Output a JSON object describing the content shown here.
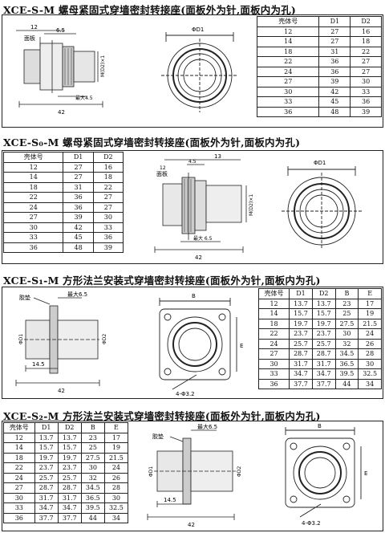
{
  "sections": [
    {
      "title": "XCE-S-M  螺母紧固式穿墙密封转接座(面板外为针,面板内为孔)",
      "headers": [
        "壳体号",
        "D1",
        "D2"
      ],
      "rows": [
        [
          "12",
          "27",
          "16"
        ],
        [
          "14",
          "27",
          "18"
        ],
        [
          "18",
          "31",
          "22"
        ],
        [
          "22",
          "36",
          "27"
        ],
        [
          "24",
          "36",
          "27"
        ],
        [
          "27",
          "39",
          "30"
        ],
        [
          "30",
          "42",
          "33"
        ],
        [
          "33",
          "45",
          "36"
        ],
        [
          "36",
          "48",
          "39"
        ]
      ],
      "labels": {
        "dim_top_a": "12",
        "dim_top_b": "6.5",
        "panel": "面板",
        "d2n1": "M(D2)×1",
        "max": "最大4.5",
        "len": "42",
        "phi": "ΦD1"
      }
    },
    {
      "title": "XCE-S₀-M  螺母紧固式穿墙密封转接座(面板外为针,面板内为孔)",
      "headers": [
        "壳体号",
        "D1",
        "D2"
      ],
      "rows": [
        [
          "12",
          "27",
          "16"
        ],
        [
          "14",
          "27",
          "18"
        ],
        [
          "18",
          "31",
          "22"
        ],
        [
          "22",
          "36",
          "27"
        ],
        [
          "24",
          "36",
          "27"
        ],
        [
          "27",
          "39",
          "30"
        ],
        [
          "30",
          "42",
          "33"
        ],
        [
          "33",
          "45",
          "36"
        ],
        [
          "36",
          "48",
          "39"
        ]
      ],
      "labels": {
        "dim_top_a": "13",
        "dim_top_b": "4.5",
        "dim_top_c": "12",
        "panel": "面板",
        "d2n1": "M(D2)×1",
        "max": "最大 6.5",
        "len": "42",
        "phi": "ΦD1"
      }
    },
    {
      "title": "XCE-S₁-M  方形法兰安装式穿墙密封转接座(面板外为针,面板内为孔)",
      "headers": [
        "壳体号",
        "D1",
        "D2",
        "B",
        "E"
      ],
      "rows": [
        [
          "12",
          "13.7",
          "13.7",
          "23",
          "17"
        ],
        [
          "14",
          "15.7",
          "15.7",
          "25",
          "19"
        ],
        [
          "18",
          "19.7",
          "19.7",
          "27.5",
          "21.5"
        ],
        [
          "22",
          "23.7",
          "23.7",
          "30",
          "24"
        ],
        [
          "24",
          "25.7",
          "25.7",
          "32",
          "26"
        ],
        [
          "27",
          "28.7",
          "28.7",
          "34.5",
          "28"
        ],
        [
          "30",
          "31.7",
          "31.7",
          "36.5",
          "30"
        ],
        [
          "33",
          "34.7",
          "34.7",
          "39.5",
          "32.5"
        ],
        [
          "36",
          "37.7",
          "37.7",
          "44",
          "34"
        ]
      ],
      "labels": {
        "panel": "胶垫",
        "max": "最大6.5",
        "d1": "ΦD1",
        "d2": "ΦD2",
        "l1": "14.5",
        "len": "42",
        "b": "B",
        "e": "E",
        "holes": "4-Φ3.2"
      }
    },
    {
      "title": "XCE-S₂-M  方形法兰安装式穿墙密封转接座(面板外为针,面板内为孔)",
      "headers": [
        "壳体号",
        "D1",
        "D2",
        "B",
        "E"
      ],
      "rows": [
        [
          "12",
          "13.7",
          "13.7",
          "23",
          "17"
        ],
        [
          "14",
          "15.7",
          "15.7",
          "25",
          "19"
        ],
        [
          "18",
          "19.7",
          "19.7",
          "27.5",
          "21.5"
        ],
        [
          "22",
          "23.7",
          "23.7",
          "30",
          "24"
        ],
        [
          "24",
          "25.7",
          "25.7",
          "32",
          "26"
        ],
        [
          "27",
          "28.7",
          "28.7",
          "34.5",
          "28"
        ],
        [
          "30",
          "31.7",
          "31.7",
          "36.5",
          "30"
        ],
        [
          "33",
          "34.7",
          "34.7",
          "39.5",
          "32.5"
        ],
        [
          "36",
          "37.7",
          "37.7",
          "44",
          "34"
        ]
      ],
      "labels": {
        "panel": "胶垫",
        "max": "最大6.5",
        "d1": "ΦD1",
        "d2": "ΦD2",
        "l1": "14.5",
        "len": "42",
        "b": "B",
        "e": "E",
        "holes": "4-Φ3.2"
      }
    }
  ]
}
